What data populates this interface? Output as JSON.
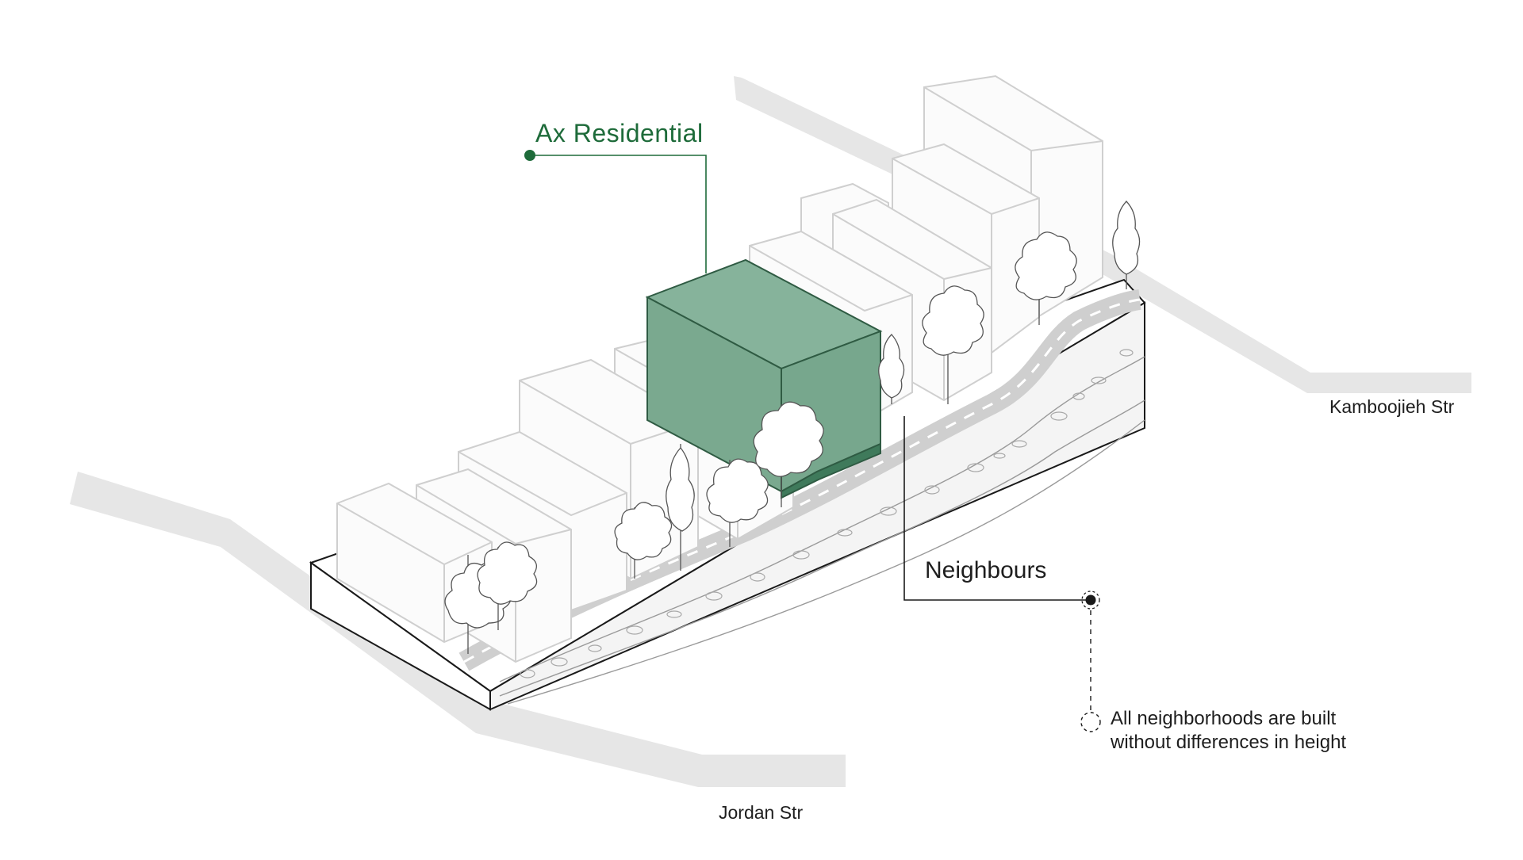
{
  "labels": {
    "ax_residential": "Ax Residential",
    "neighbours": "Neighbours",
    "note": "All neighborhoods are built without differences in height",
    "kamboojieh": "Kamboojieh Str",
    "jordan": "Jordan Str"
  },
  "colors": {
    "highlight": "#7aa98f",
    "highlight_stroke": "#2f5b43",
    "label_green": "#1e6b3a",
    "street_band": "#e6e6e6",
    "building_face": "#fbfbfb",
    "building_stroke": "#cfcfcf"
  },
  "icons": [
    "leader-dot-icon",
    "target-dot-icon",
    "dashed-circle-icon",
    "tree-icon"
  ]
}
